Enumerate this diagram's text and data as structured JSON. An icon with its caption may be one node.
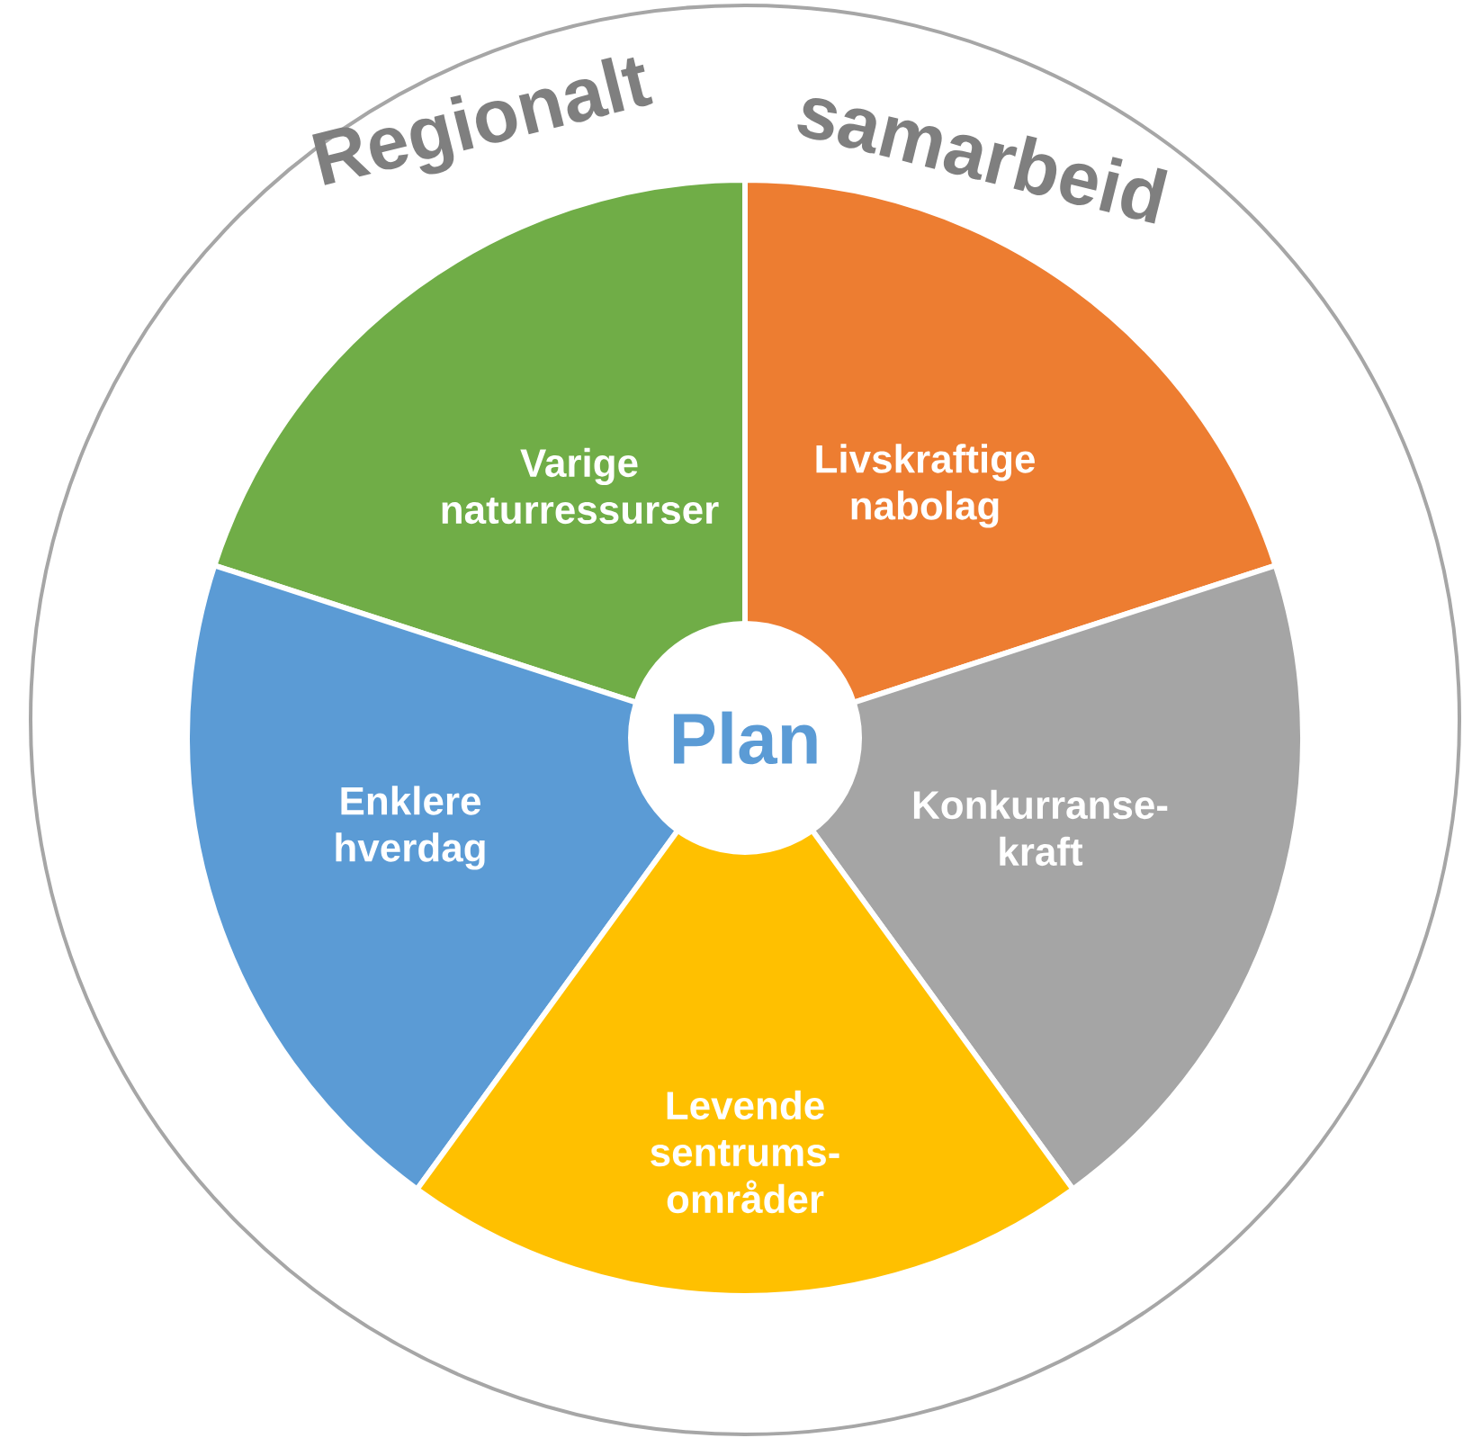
{
  "diagram": {
    "nodes": [
      {
        "text": [
          "Regionalt",
          "samarbeid"
        ]
      },
      {
        "text": [
          "Varige naturressurser"
        ],
        "in": 0
      },
      {
        "text": [
          "Livskraftige nabolag"
        ],
        "in": 0
      },
      {
        "text": [
          "Enklere hverdag"
        ],
        "in": 0
      },
      {
        "text": [
          "Konkurranse- kraft"
        ],
        "in": 0
      },
      {
        "text": [
          "Levende sentrums- områder"
        ],
        "in": 0
      },
      {
        "text": [
          "Plan"
        ],
        "in": 0
      }
    ]
  }
}
